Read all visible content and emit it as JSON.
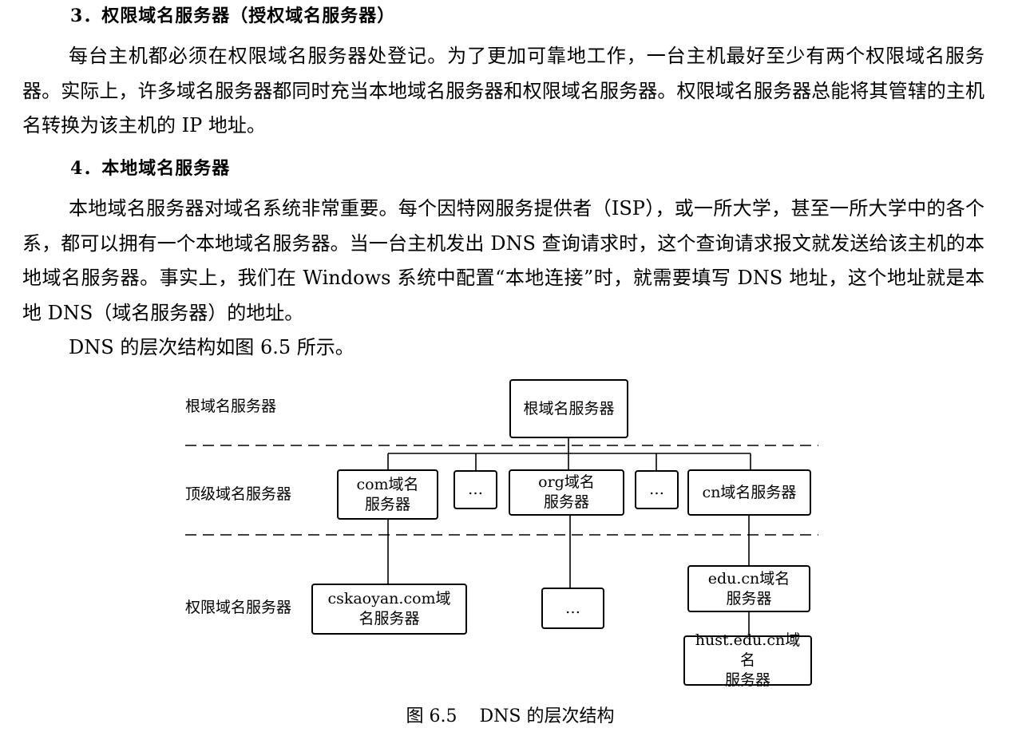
{
  "section3": {
    "heading": "3．权限域名服务器（授权域名服务器）",
    "paragraph": "每台主机都必须在权限域名服务器处登记。为了更加可靠地工作，一台主机最好至少有两个权限域名服务器。实际上，许多域名服务器都同时充当本地域名服务器和权限域名服务器。权限域名服务器总能将其管辖的主机名转换为该主机的 IP 地址。"
  },
  "section4": {
    "heading": "4．本地域名服务器",
    "paragraph": "本地域名服务器对域名系统非常重要。每个因特网服务提供者（ISP），或一所大学，甚至一所大学中的各个系，都可以拥有一个本地域名服务器。当一台主机发出 DNS 查询请求时，这个查询请求报文就发送给该主机的本地域名服务器。事实上，我们在 Windows 系统中配置“本地连接”时，就需要填写 DNS 地址，这个地址就是本地 DNS（域名服务器）的地址。",
    "figure_ref": "DNS 的层次结构如图 6.5 所示。"
  },
  "diagram": {
    "levels": {
      "root": "根域名服务器",
      "top": "顶级域名服务器",
      "authoritative": "权限域名服务器"
    },
    "nodes": {
      "root": [
        "根域名服务器"
      ],
      "com": [
        "com域名",
        "服务器"
      ],
      "dots1": [
        "…"
      ],
      "org": [
        "org域名",
        "服务器"
      ],
      "dots2": [
        "…"
      ],
      "cn": [
        "cn域名服务器"
      ],
      "cskaoyan": [
        "cskaoyan.com域",
        "名服务器"
      ],
      "dots3": [
        "…"
      ],
      "educn": [
        "edu.cn域名",
        "服务器"
      ],
      "hust": [
        "hust.edu.cn域名",
        "服务器"
      ]
    },
    "caption": "图 6.5    DNS 的层次结构"
  }
}
